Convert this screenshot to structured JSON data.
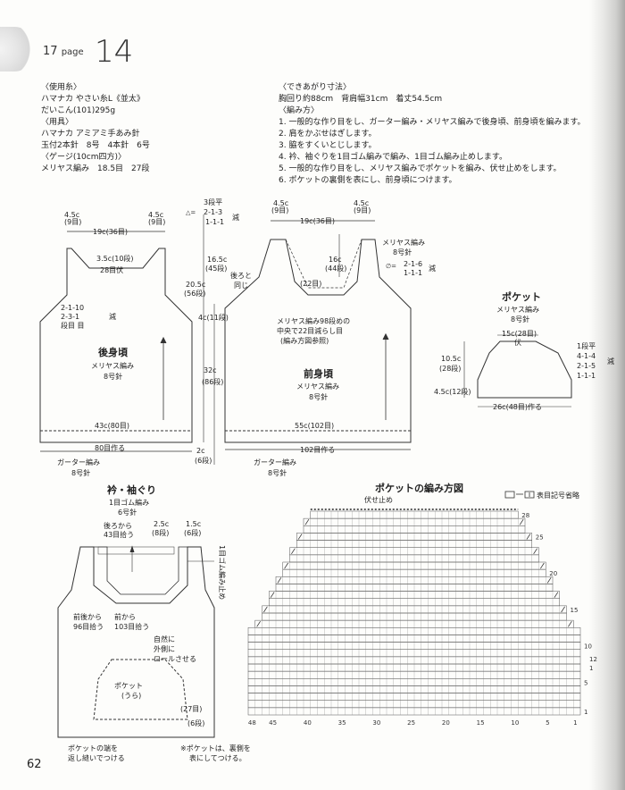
{
  "header": {
    "ref": "17",
    "page_word": "page",
    "page_big": "14"
  },
  "materials": [
    "〈使用糸〉",
    "ハマナカ やさい糸L《並太》",
    "だいこん(101)295g",
    "〈用具〉",
    "ハマナカ アミアミ手あみ針",
    "玉付2本針　8号　4本針　6号",
    "〈ゲージ(10cm四方)〉",
    "メリヤス編み　18.5目　27段"
  ],
  "finish": [
    "〈できあがり寸法〉",
    "胸回り約88cm　背肩幅31cm　着丈54.5cm",
    "〈編み方〉",
    "1. 一般的な作り目をし、ガーター編み・メリヤス編みで後身頃、前身頃を編みます。",
    "2. 肩をかぶせはぎします。",
    "3. 脇をすくいとじします。",
    "4. 衿、袖ぐりを1目ゴム編みで編み、1目ゴム編み止めします。",
    "5. 一般的な作り目をし、メリヤス編みでポケットを編み、伏せ止めをします。",
    "6. ポケットの裏側を表にし、前身頃につけます。"
  ],
  "back": {
    "l1": "4.5c",
    "l1b": "(9目)",
    "r1": "4.5c",
    "r1b": "(9目)",
    "top": "19c(36目)",
    "neck": "3.5c(10段)",
    "neck_st": "28目伏",
    "dec1": "2-1-10",
    "dec2": "2-3-1",
    "dec3": "段目 目",
    "dec_word": "減",
    "name": "後身頃",
    "pat": "メリヤス編み",
    "needle": "8号針",
    "bottom": "43c(80目)",
    "cast": "80目作る",
    "garter": "ガーター編み",
    "garter_n": "8号針",
    "sh_a": "3段平",
    "sh_b": "2-1-3",
    "sh_c": "1-1-1",
    "sh_sym": "△=",
    "sh_dec": "減",
    "d165": "16.5c",
    "d165b": "(45段)",
    "d205": "20.5c",
    "d205b": "(56段)",
    "d4": "4c(11段)",
    "d32": "32c",
    "d32b": "(86段)",
    "d2": "2c",
    "d2b": "(6段)"
  },
  "front": {
    "l1": "4.5c",
    "l1b": "(9目)",
    "r1": "4.5c",
    "r1b": "(9目)",
    "top": "19c(36目)",
    "d16": "16c",
    "d16b": "(44段)",
    "meri": "メリヤス編み",
    "meri_n": "8号針",
    "sym": "∅=",
    "s1": "2-1-6",
    "s2": "1-1-1",
    "dec": "減",
    "same": "後ろと",
    "same2": "同じ",
    "center": "(22目)",
    "note1": "メリヤス編み98段めの",
    "note2": "中央で22目減らし目",
    "note3": "(編み方図参照)",
    "name": "前身頃",
    "pat": "メリヤス編み",
    "needle": "8号針",
    "bottom": "55c(102目)",
    "cast": "102目作る",
    "garter": "ガーター編み",
    "garter_n": "8号針"
  },
  "pocket": {
    "name": "ポケット",
    "pat": "メリヤス編み",
    "needle": "8号針",
    "top": "15c(28目)",
    "bind": "伏",
    "h": "10.5c",
    "hb": "(28段)",
    "h2": "4.5c(12段)",
    "p1": "1段平",
    "p2": "4-1-4",
    "p3": "2-1-5",
    "p4": "1-1-1",
    "dec": "減",
    "bottom": "26c(48目)作る"
  },
  "collar": {
    "title": "衿・袖ぐり",
    "pat": "1目ゴム編み",
    "needle": "6号針",
    "back_pick": "後ろから",
    "back_pick2": "43目拾う",
    "a": "2.5c",
    "ab": "(8段)",
    "b": "1.5c",
    "bb": "(6段)",
    "stop": "1目ゴム編み止め",
    "front_side": "前後から",
    "front_side2": "96目拾う",
    "front_pick": "前から",
    "front_pick2": "103目拾う",
    "roll1": "自然に",
    "roll2": "外側に",
    "roll3": "ロールさせる",
    "pk": "ポケット",
    "pk2": "(うら)",
    "rows": "(27目)",
    "rows2": "(6段)",
    "sew1": "ポケットの端を",
    "sew2": "返し縫いでつける",
    "note1": "※ポケットは、裏側を",
    "note2": "表にしてつける。"
  },
  "chart": {
    "title": "ポケットの編み方図",
    "bind": "伏せ止め",
    "legend": "表目記号省略",
    "x_labels": [
      "48",
      "45",
      "40",
      "35",
      "30",
      "25",
      "20",
      "15",
      "10",
      "5",
      "1"
    ],
    "y_labels": [
      "28",
      "25",
      "20",
      "15",
      "10",
      "5",
      "1"
    ],
    "right_marks": [
      "12",
      "1"
    ]
  },
  "page_number": "62"
}
